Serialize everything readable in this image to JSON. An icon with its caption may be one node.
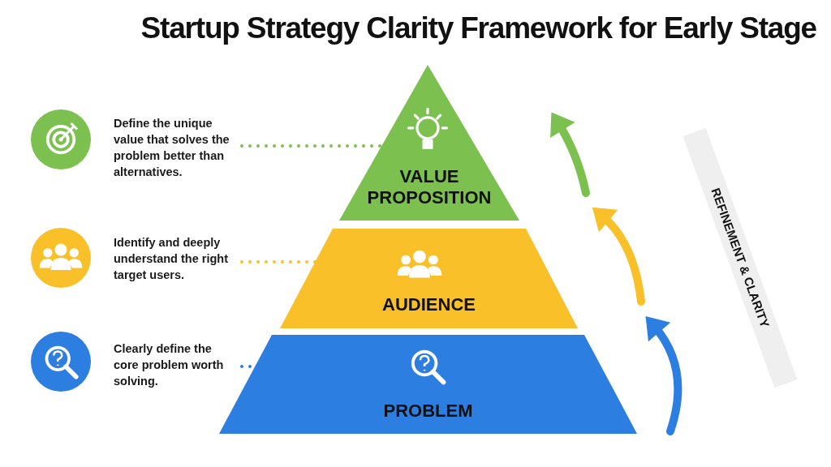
{
  "diagram": {
    "title": "Startup Strategy Clarity Framework for Early Stage",
    "nodes": [
      {
        "text": [
          "VALUE PROPOSITION"
        ]
      },
      {
        "text": [
          "AUDIENCE"
        ]
      },
      {
        "text": [
          "PROBLEM"
        ]
      },
      {
        "text": [
          "Define the unique value that solves the problem better than alternatives."
        ]
      },
      {
        "text": [
          "Identify and deeply understand the right target users."
        ]
      },
      {
        "text": [
          "Clearly define the core problem worth solving."
        ]
      },
      {
        "text": [
          "REFINEMENT & CLARITY"
        ]
      }
    ],
    "edges": [
      {
        "from": 3,
        "to": 0,
        "arrow": "none",
        "style": "dashed",
        "color": "#7cc04f"
      },
      {
        "from": 4,
        "to": 1,
        "arrow": "none",
        "style": "dashed",
        "color": "#f9c02a"
      },
      {
        "from": 5,
        "to": 2,
        "arrow": "none",
        "style": "dashed",
        "color": "#2c7fe0"
      }
    ]
  }
}
